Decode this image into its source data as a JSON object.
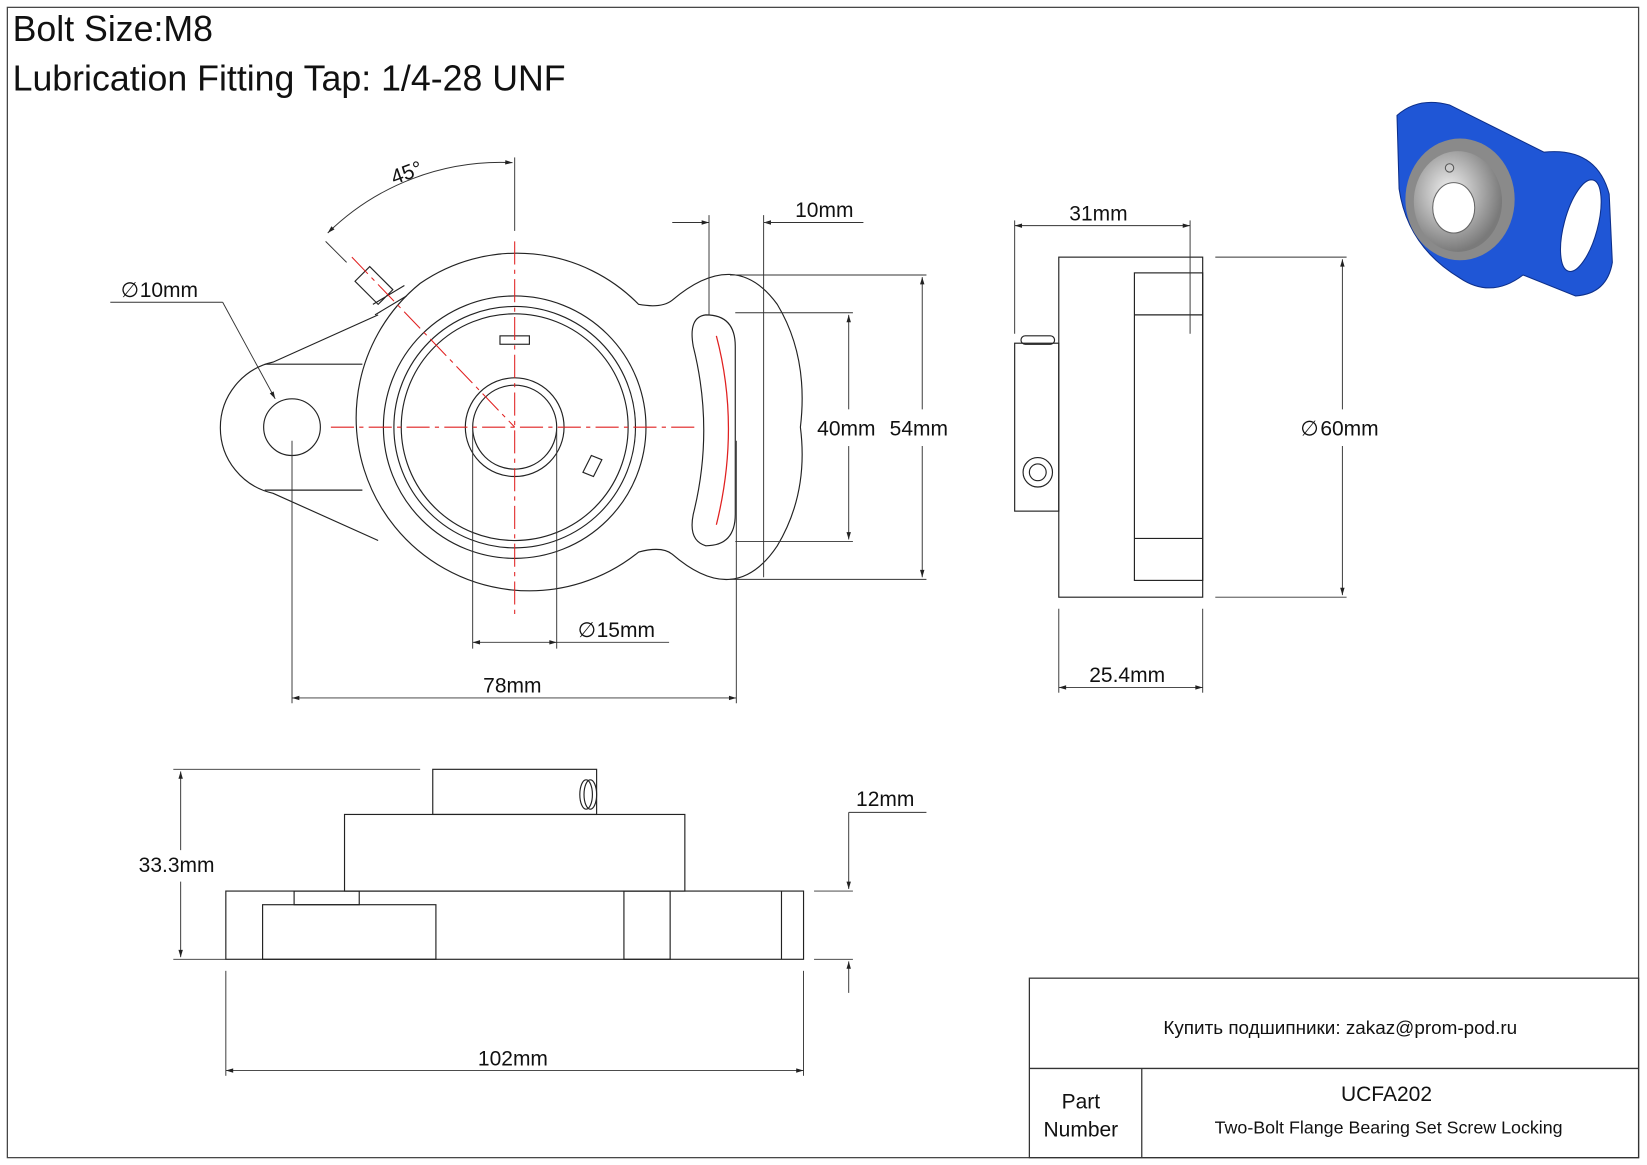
{
  "header": {
    "bolt_size": "Bolt Size:M8",
    "lubrication": "Lubrication Fitting Tap: 1/4-28 UNF"
  },
  "dimensions": {
    "angle": "45°",
    "bolt_hole": "10mm",
    "flange_thickness": "10mm",
    "slot_height": "40mm",
    "lobe_height": "54mm",
    "bore": "15mm",
    "bolt_spacing": "78mm",
    "inner_ring_width": "31mm",
    "diameter": "60mm",
    "housing_width": "25.4mm",
    "total_height": "33.3mm",
    "base_height": "12mm",
    "overall_length": "102mm",
    "diameter_symbol": "∅"
  },
  "title_block": {
    "contact": "Купить подшипники: zakaz@prom-pod.ru",
    "part_label_line1": "Part",
    "part_label_line2": "Number",
    "part_number": "UCFA202",
    "description": "Two-Bolt Flange Bearing Set Screw Locking"
  },
  "colors": {
    "housing_blue": "#1f56d6",
    "centerline_red": "#e02020"
  }
}
